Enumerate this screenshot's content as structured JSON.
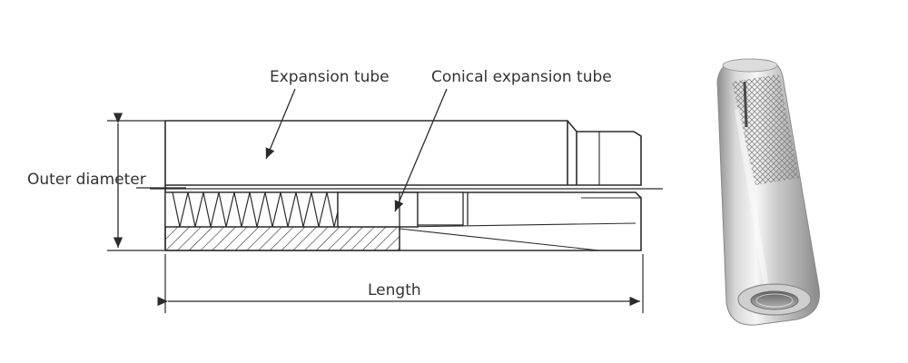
{
  "labels": {
    "expansion_tube": "Expansion tube",
    "conical_expansion_tube": "Conical expansion tube",
    "outer_diameter": "Outer diameter",
    "length": "Length"
  },
  "colors": {
    "ink": "#2b2b2b",
    "text": "#333333",
    "metal_light": "#e9e9e9",
    "metal_mid": "#b5b5b5",
    "metal_dark": "#7d7d7d"
  }
}
